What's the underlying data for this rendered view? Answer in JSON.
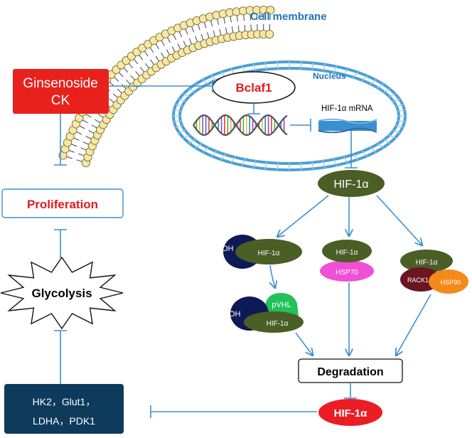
{
  "labels": {
    "cell_membrane": "Cell membrane",
    "nucleus": "Nucleus",
    "ginsenoside": "Ginsenoside",
    "ginsenoside_ck": "CK",
    "bclaf1": "Bclaf1",
    "hif_mrna": "HIF-1α mRNA",
    "proliferation": "Proliferation",
    "glycolysis": "Glycolysis",
    "hif_main": "HIF-1α",
    "oh": "OH",
    "hif_small": "HIF-1α",
    "pvhl": "pVHL",
    "hsp70": "HSP70",
    "rack1": "RACK1",
    "hsp90": "HSP90",
    "degradation": "Degradation",
    "hif_red": "HIF-1α",
    "genes_line1": "HK2，Glut1，",
    "genes_line2": "LDHA，PDK1"
  },
  "colors": {
    "arrow": "#3f8fcf",
    "ginsenoside_box": "#e8211d",
    "hif_olive": "#4a5e25",
    "oh_navy": "#0e1a55",
    "pvhl_green": "#22c15a",
    "hsp70_magenta": "#f050d5",
    "rack1_maroon": "#6b1520",
    "hsp90_orange": "#f58a1a",
    "hif_red": "#ec1c24",
    "genes_box": "#0e3a5c",
    "membrane_head": "#f7e7a8",
    "membrane_label": "#1e73be",
    "proliferation_text": "#e01b1b",
    "bclaf1_text": "#e01b1b"
  }
}
